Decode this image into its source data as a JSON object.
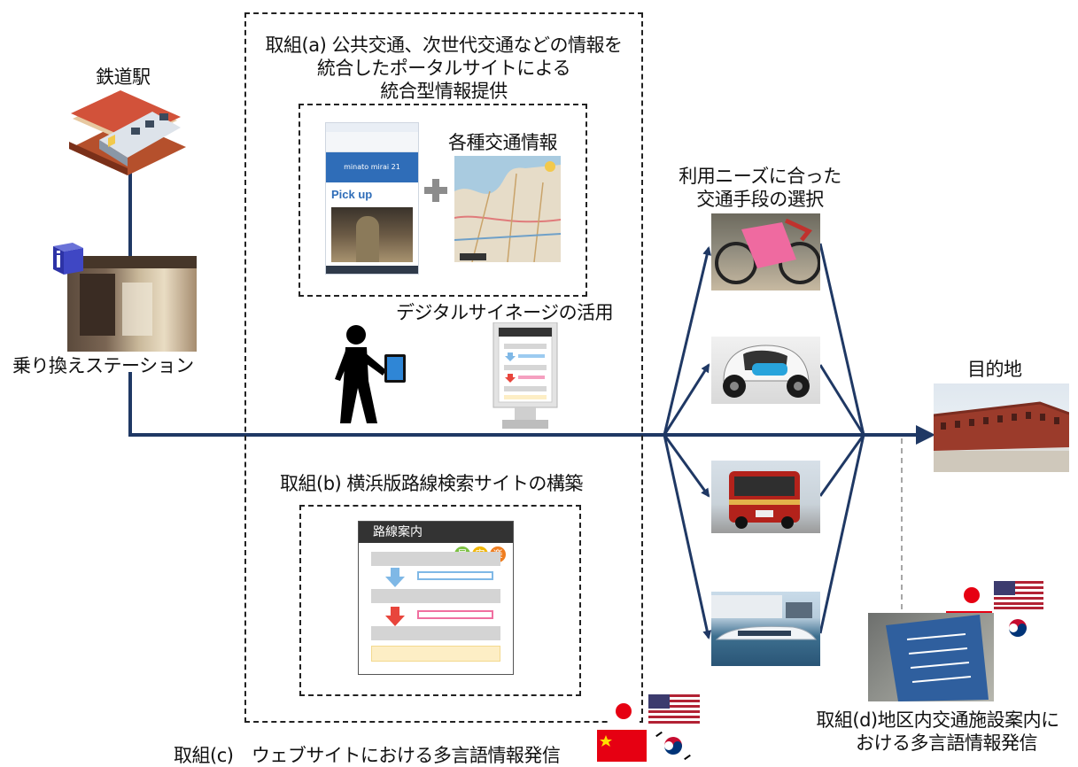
{
  "labels": {
    "station": "鉄道駅",
    "transfer": "乗り換えステーション",
    "effort_a": [
      "取組(a) 公共交通、次世代交通などの情報を",
      "統合したポータルサイトによる",
      "統合型情報提供"
    ],
    "transport_info": "各種交通情報",
    "signage": "デジタルサイネージの活用",
    "needs": [
      "利用ニーズに合った",
      "交通手段の選択"
    ],
    "destination": "目的地",
    "effort_b": "取組(b) 横浜版路線検索サイトの構築",
    "route_guide": "路線案内",
    "route_badges": [
      "早",
      "安",
      "楽"
    ],
    "effort_c": "取組(c)　ウェブサイトにおける多言語情報発信",
    "effort_d": [
      "取組(d)地区内交通施設案内に",
      "おける多言語情報発信"
    ],
    "portal_brand": "minato mirai 21",
    "portal_pickup": "Pick up"
  },
  "colors": {
    "line": "#1f3864",
    "badge_green": "#7cc142",
    "badge_yellow": "#f2b705",
    "badge_orange": "#ef7d1f",
    "arrow_blue": "#7fb8e6",
    "arrow_red": "#e8453c",
    "bar_pink": "#f06fa0",
    "guide_header": "#333333"
  }
}
